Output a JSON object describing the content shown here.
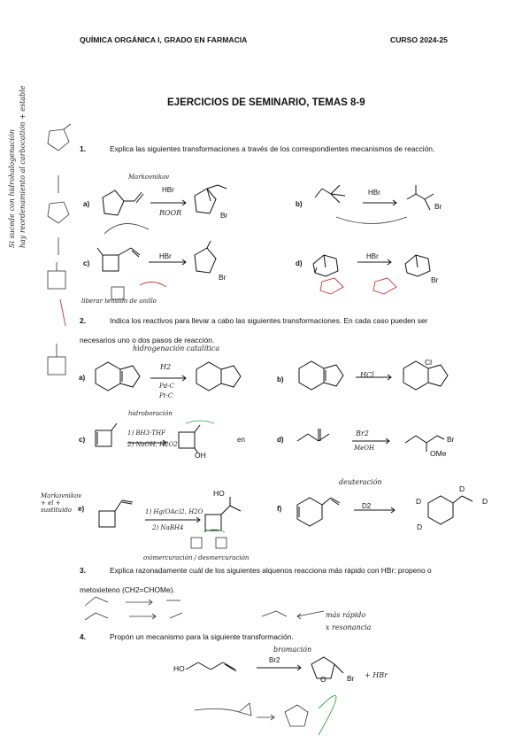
{
  "header": {
    "course": "QUÍMICA ORGÁNICA I, GRADO EN FARMACIA",
    "year": "CURSO 2024-25"
  },
  "title": "EJERCICIOS DE SEMINARIO, TEMAS 8-9",
  "q1": {
    "num": "1.",
    "text": "Explica las siguientes transformaciones a través de los correspondientes mecanismos de reacción.",
    "labels": [
      "a)",
      "b)",
      "c)",
      "d)"
    ],
    "reagent_a": "HBr",
    "reagent_b": "HBr",
    "reagent_c": "HBr",
    "reagent_d": "HBr",
    "br": "Br",
    "notes": {
      "markovnikov": "Markovnikov",
      "roor": "ROOR",
      "liberar": "liberar tensión de anillo"
    }
  },
  "q2": {
    "num": "2.",
    "text": "Indica los reactivos para llevar a cabo las siguientes transformaciones. En cada caso pueden ser necesarios uno o dos pasos de reacción.",
    "labels": [
      "a)",
      "b)",
      "c)",
      "d)",
      "e)",
      "f)"
    ],
    "notes": {
      "hidrogenacion": "hidrogenación catalítica",
      "h2": "H2",
      "pdc": "Pd-C",
      "ptc": "Pt-C",
      "hcl": "HCl",
      "cl": "Cl",
      "hidroboracion": "hidroboración",
      "bh3": "1) BH3·THF",
      "naoh": "2) NaOH, H2O2",
      "oh": "OH",
      "en": "en",
      "br2": "Br2",
      "meoh": "MeOH",
      "brome": "Br",
      "ome": "OMe",
      "markovnikov": "Markovnikov + el + sustituido",
      "hg": "1) Hg(OAc)2, H2O",
      "nabh4": "2) NaBH4",
      "ho": "HO",
      "oximercuracion": "oximercuración / desmercuración",
      "deuteracion": "deuteración",
      "d2": "D2",
      "d": "D"
    }
  },
  "q3": {
    "num": "3.",
    "text": "Explica razonadamente cuál de los siguientes alquenos reacciona más rápido con HBr: propeno o metoxieteno (CH2=CHOMe).",
    "notes": {
      "masrapido": "más rápido",
      "resonancia": "x resonancia"
    }
  },
  "q4": {
    "num": "4.",
    "text": "Propón un mecanismo para la siguiente transformación.",
    "ho": "HO",
    "br2": "Br2",
    "br": "Br",
    "o": "O",
    "hbr": "+ HBr",
    "note": "bromación"
  },
  "margin": {
    "note1": "Si sucede con hidrohalogenación",
    "note2": "hay reordenamiento al carbocatión + estable"
  }
}
